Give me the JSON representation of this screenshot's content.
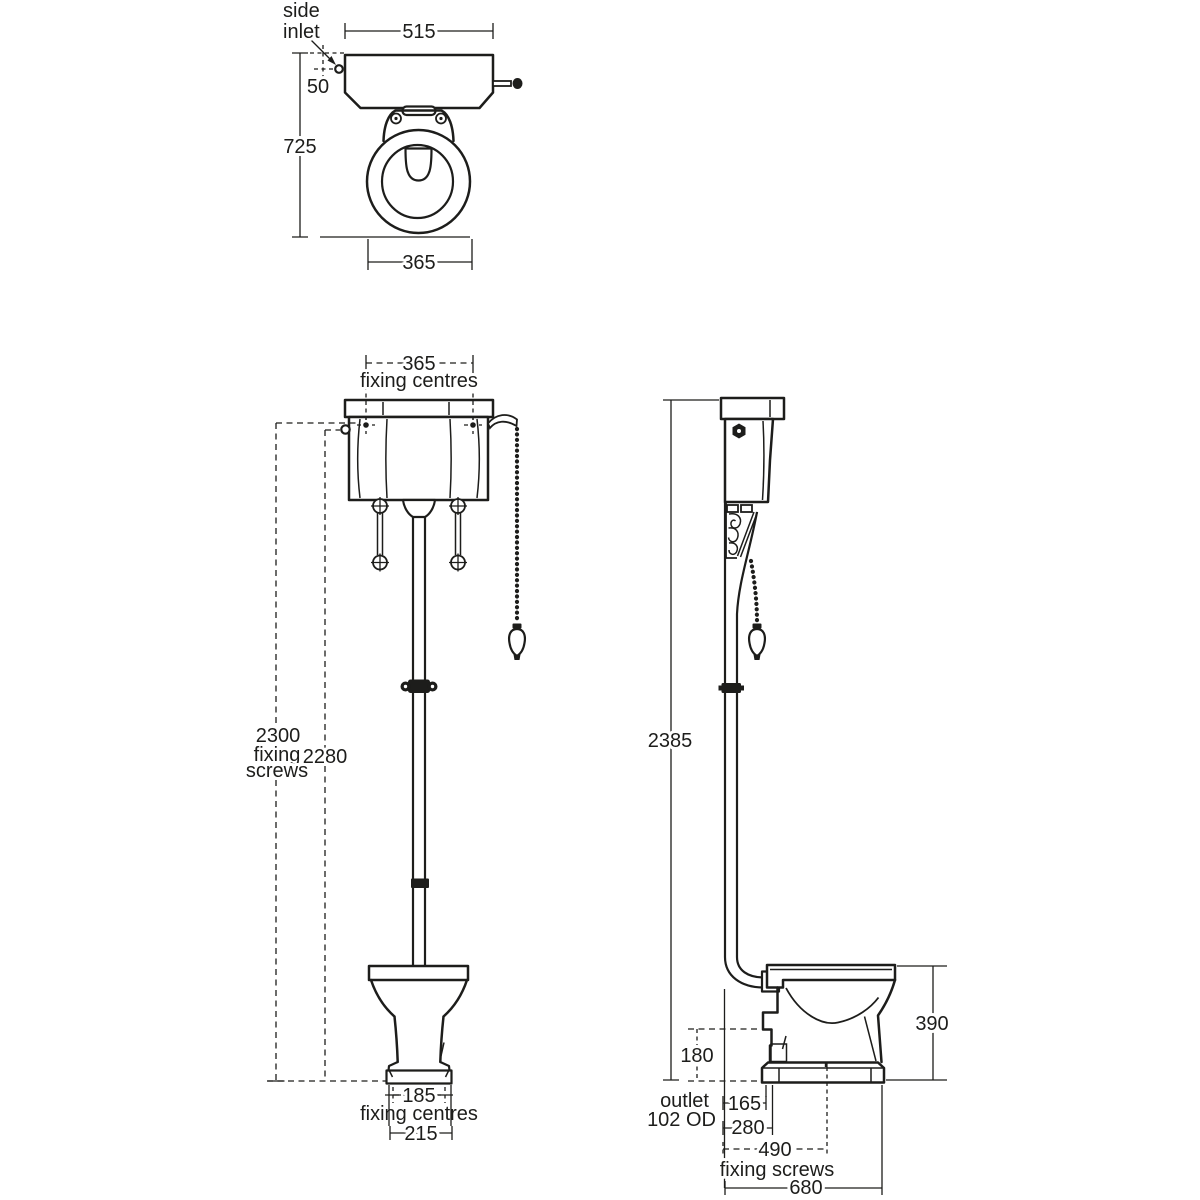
{
  "colors": {
    "ink": "#1d1d1b",
    "background": "#ffffff"
  },
  "top_view": {
    "inlet_label_1": "side",
    "inlet_label_2": "inlet",
    "width": "515",
    "inlet_offset": "50",
    "depth": "725",
    "seat_width": "365"
  },
  "front_view": {
    "fixing_centres_value": "365",
    "fixing_centres_label": "fixing centres",
    "screws_height": "2300",
    "screws_label_1": "fixing",
    "screws_label_2": "screws",
    "inlet_height": "2280",
    "pan_fixing_value": "185",
    "pan_fixing_label": "fixing centres",
    "pan_base_width": "215"
  },
  "side_view": {
    "overall_height": "2385",
    "pan_height": "390",
    "outlet_height": "180",
    "outlet_label_1": "outlet",
    "outlet_label_2": "102 OD",
    "outlet_setout": "165",
    "trap_setout": "280",
    "fixing_screws_value": "490",
    "fixing_screws_label": "fixing screws",
    "overall_depth": "680"
  }
}
